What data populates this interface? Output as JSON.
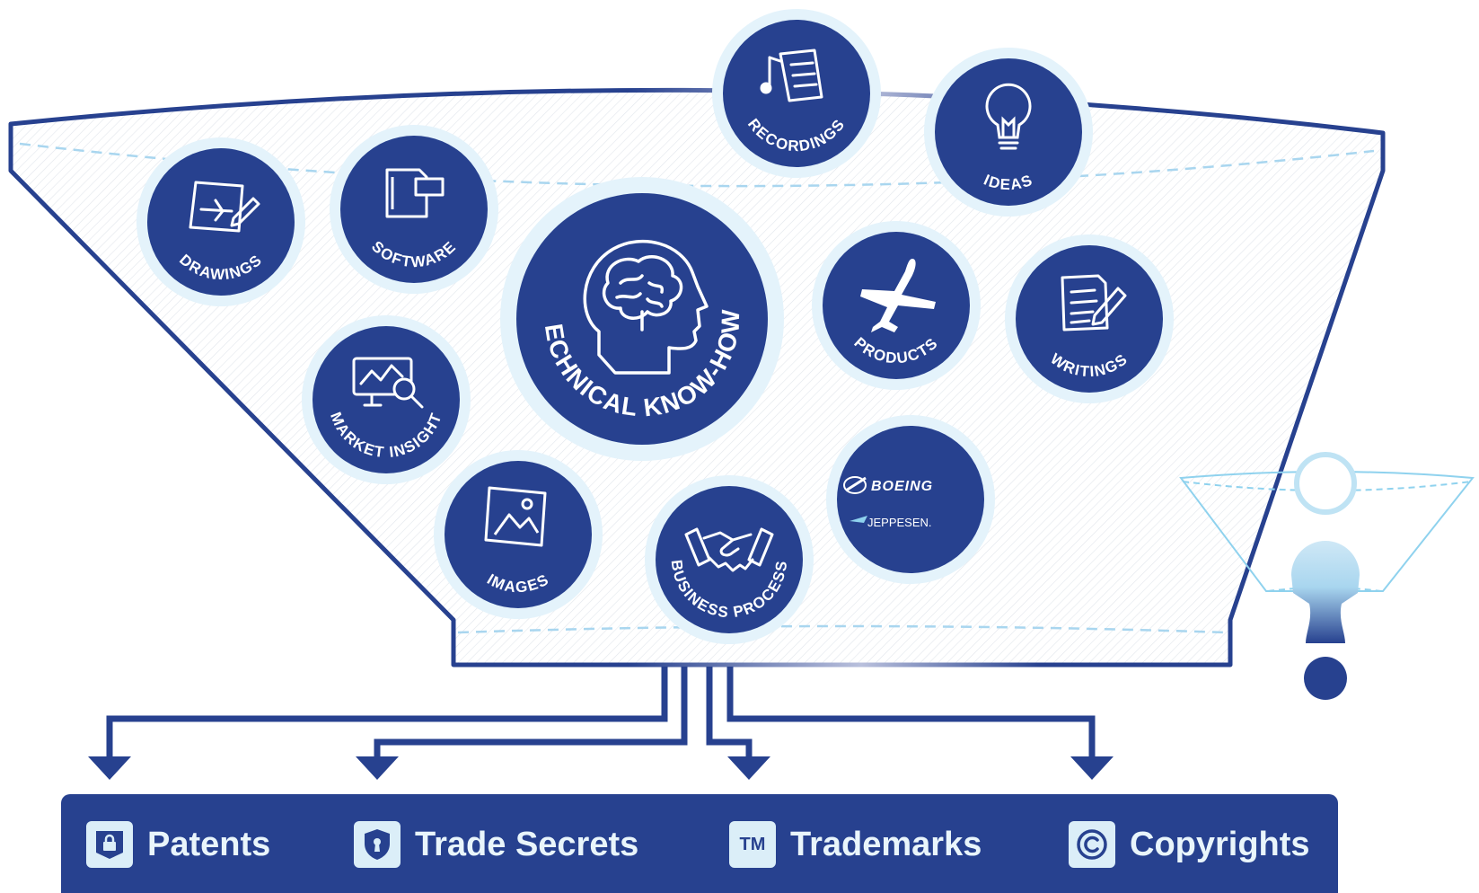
{
  "colors": {
    "navy": "#27418f",
    "halo": "#e4f3fb",
    "light_blue": "#bfe3f4",
    "sky": "#8fd2ee",
    "white": "#ffffff"
  },
  "funnel": {
    "circles": [
      {
        "label": "DRAWINGS",
        "icon": "drawing-plane-icon"
      },
      {
        "label": "SOFTWARE",
        "icon": "document-window-icon"
      },
      {
        "label": "RECORDINGS",
        "icon": "music-note-document-icon"
      },
      {
        "label": "IDEAS",
        "icon": "lightbulb-icon"
      },
      {
        "label": "TECHNICAL KNOW-HOW",
        "icon": "brain-head-icon"
      },
      {
        "label": "PRODUCTS",
        "icon": "airplane-icon"
      },
      {
        "label": "WRITINGS",
        "icon": "document-pen-icon"
      },
      {
        "label": "MARKET INSIGHT",
        "icon": "monitor-chart-magnifier-icon"
      },
      {
        "label": "IMAGES",
        "icon": "picture-icon"
      },
      {
        "label": "BUSINESS PROCESS",
        "icon": "handshake-icon"
      }
    ],
    "logos": {
      "boeing": "BOEING",
      "jeppesen": "JEPPESEN."
    }
  },
  "outputs": [
    {
      "label": "Patents",
      "icon": "patent-lock-icon"
    },
    {
      "label": "Trade Secrets",
      "icon": "shield-keyhole-icon"
    },
    {
      "label": "Trademarks",
      "icon": "trademark-icon",
      "icon_text": "TM"
    },
    {
      "label": "Copyrights",
      "icon": "copyright-icon"
    }
  ]
}
